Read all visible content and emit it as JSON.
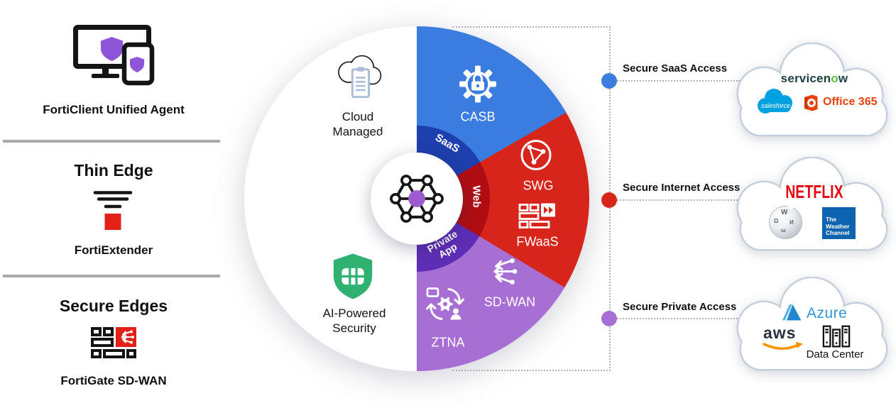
{
  "left_panel": {
    "forticlient": {
      "label": "FortiClient Unified Agent"
    },
    "thin_edge": {
      "heading": "Thin Edge",
      "label": "FortiExtender"
    },
    "secure_edges": {
      "heading": "Secure Edges",
      "label": "FortiGate SD-WAN"
    }
  },
  "wheel": {
    "cloud_managed": {
      "line1": "Cloud",
      "line2": "Managed"
    },
    "ai_security": {
      "line1": "AI-Powered",
      "line2": "Security"
    },
    "segments": {
      "casb": {
        "label": "CASB",
        "color": "#3b7ce0"
      },
      "swg": {
        "label": "SWG",
        "color": "#d8251c"
      },
      "fwaas": {
        "label": "FWaaS",
        "color": "#d8251c"
      },
      "sdwan": {
        "label": "SD-WAN",
        "color": "#a76fd4"
      },
      "ztna": {
        "label": "ZTNA",
        "color": "#a76fd4"
      }
    },
    "inner_ring": {
      "saas": {
        "label": "SaaS",
        "color": "#1e3fae"
      },
      "web": {
        "label": "Web",
        "color": "#b00d12"
      },
      "private_app": {
        "line1": "Private",
        "line2": "App",
        "color": "#5d2eb5"
      }
    },
    "hub_color": "#9d5bd2"
  },
  "connections": {
    "saas": {
      "label": "Secure SaaS Access",
      "dot_color": "#3b7ce0"
    },
    "internet": {
      "label": "Secure Internet Access",
      "dot_color": "#d8251c"
    },
    "private": {
      "label": "Secure Private Access",
      "dot_color": "#a76fd4"
    }
  },
  "clouds": {
    "saas": {
      "servicenow": {
        "part1": "servicen",
        "part2": "o",
        "part3": "w"
      },
      "salesforce": "salesforce",
      "office": "Office 365"
    },
    "internet": {
      "netflix": "NETFLIX",
      "weather": {
        "line1": "The",
        "line2": "Weather",
        "line3": "Channel"
      }
    },
    "private": {
      "azure": "Azure",
      "aws": "aws",
      "datacenter": "Data Center"
    }
  }
}
